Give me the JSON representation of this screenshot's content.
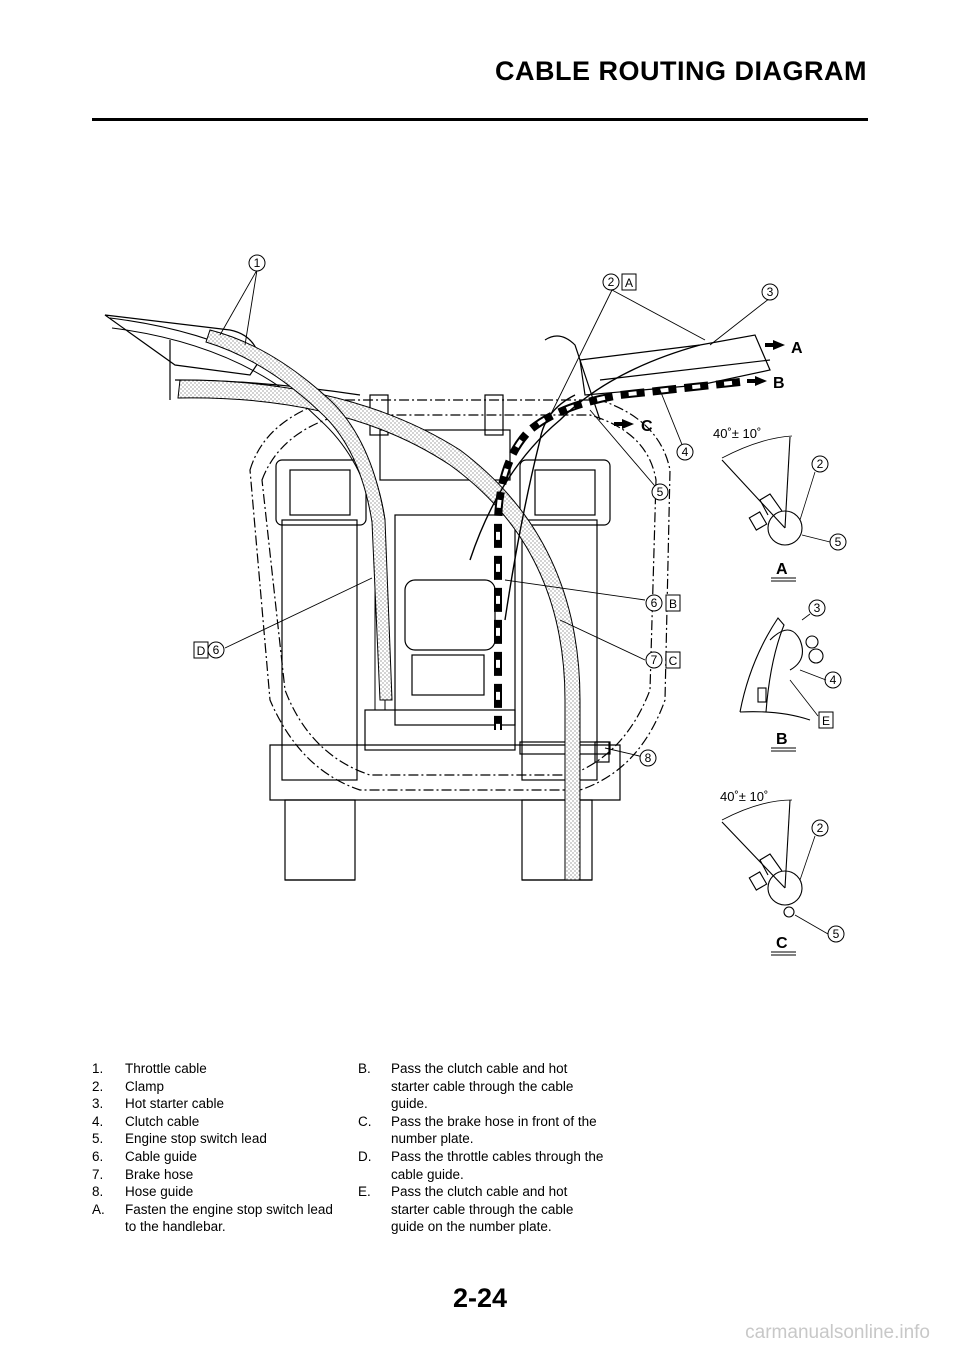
{
  "header": {
    "title": "CABLE ROUTING DIAGRAM"
  },
  "diagram": {
    "callouts": [
      "1",
      "2",
      "3",
      "4",
      "5",
      "6",
      "7",
      "8",
      "6",
      "2",
      "5",
      "3",
      "4",
      "2",
      "5"
    ],
    "letter_tags": [
      "A",
      "B",
      "C",
      "D",
      "E"
    ],
    "arrows": [
      "A",
      "B",
      "C"
    ],
    "detail_views": [
      "A",
      "B",
      "C"
    ],
    "angle_a": "40˚± 10˚",
    "angle_c": "40˚± 10˚"
  },
  "legend": {
    "left": [
      {
        "key": "1.",
        "text": "Throttle cable"
      },
      {
        "key": "2.",
        "text": "Clamp"
      },
      {
        "key": "3.",
        "text": "Hot starter cable"
      },
      {
        "key": "4.",
        "text": "Clutch cable"
      },
      {
        "key": "5.",
        "text": "Engine stop switch lead"
      },
      {
        "key": "6.",
        "text": "Cable guide"
      },
      {
        "key": "7.",
        "text": "Brake hose"
      },
      {
        "key": "8.",
        "text": "Hose guide"
      },
      {
        "key": "A.",
        "text": "Fasten the engine stop switch lead to the handlebar."
      }
    ],
    "right": [
      {
        "key": "B.",
        "text": "Pass the clutch cable and hot starter cable through the cable guide."
      },
      {
        "key": "C.",
        "text": "Pass the brake hose in front of the number plate."
      },
      {
        "key": "D.",
        "text": "Pass the throttle cables through the cable guide."
      },
      {
        "key": "E.",
        "text": "Pass the clutch cable and hot starter cable through the cable guide on the number plate."
      }
    ]
  },
  "footer": {
    "page_number": "2-24",
    "watermark": "carmanualsonline.info"
  }
}
